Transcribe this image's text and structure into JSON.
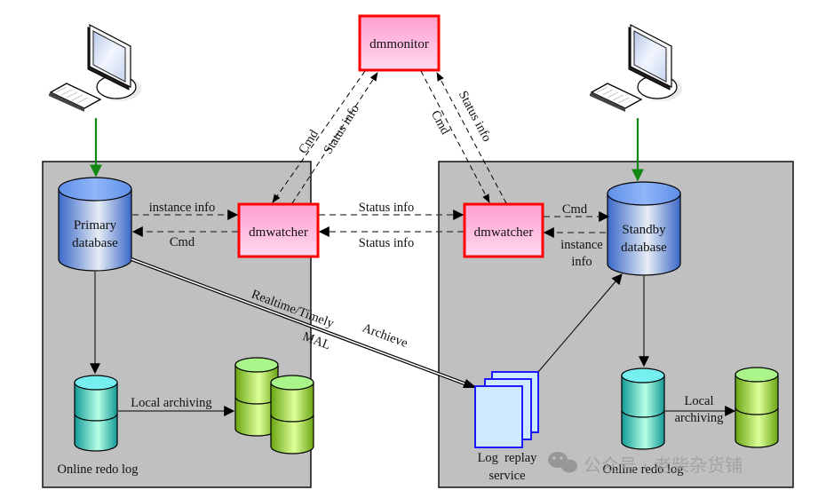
{
  "nodes": {
    "dmmonitor": "dmmonitor",
    "dmwatcher_left": "dmwatcher",
    "dmwatcher_right": "dmwatcher",
    "primary_db": [
      "Primary",
      "database"
    ],
    "standby_db": [
      "Standby",
      "database"
    ],
    "log_replay": [
      "Log  replay",
      "service"
    ],
    "online_redo_left": "Online redo log",
    "online_redo_right": "Online redo log"
  },
  "edges": {
    "monitor_left_cmd": "Cmd",
    "monitor_left_status": "Status info",
    "monitor_right_cmd": "Cmd",
    "monitor_right_status": "Status info",
    "primary_to_watcher": "instance info",
    "watcher_to_primary": "Cmd",
    "watcher_to_watcher_top": "Status info",
    "watcher_to_watcher_bottom": "Status info",
    "watcher_to_standby": "Cmd",
    "standby_to_watcher": [
      "instance",
      "info"
    ],
    "mal_top": "Realtime/Timely",
    "mal_bottom": "MAL",
    "archieve": "Archieve",
    "local_archiving_left": "Local archiving",
    "local_archiving_right": [
      "Local",
      "archiving"
    ]
  },
  "icons": {
    "client_left": "computer-icon",
    "client_right": "computer-icon"
  },
  "watermark": "公众号 · 老柴杂货铺",
  "colors": {
    "panel": "#c0c0c0",
    "monitor_border": "#ff0000",
    "monitor_fill": "#ffb6d9",
    "db_blue": "#5b8de0",
    "redo_cyan": "#3cc0bb",
    "archive_green": "#9fd02f",
    "replay_blue": "#1a1aff",
    "replay_fill": "#cfeaff",
    "client_arrow": "#118811"
  }
}
